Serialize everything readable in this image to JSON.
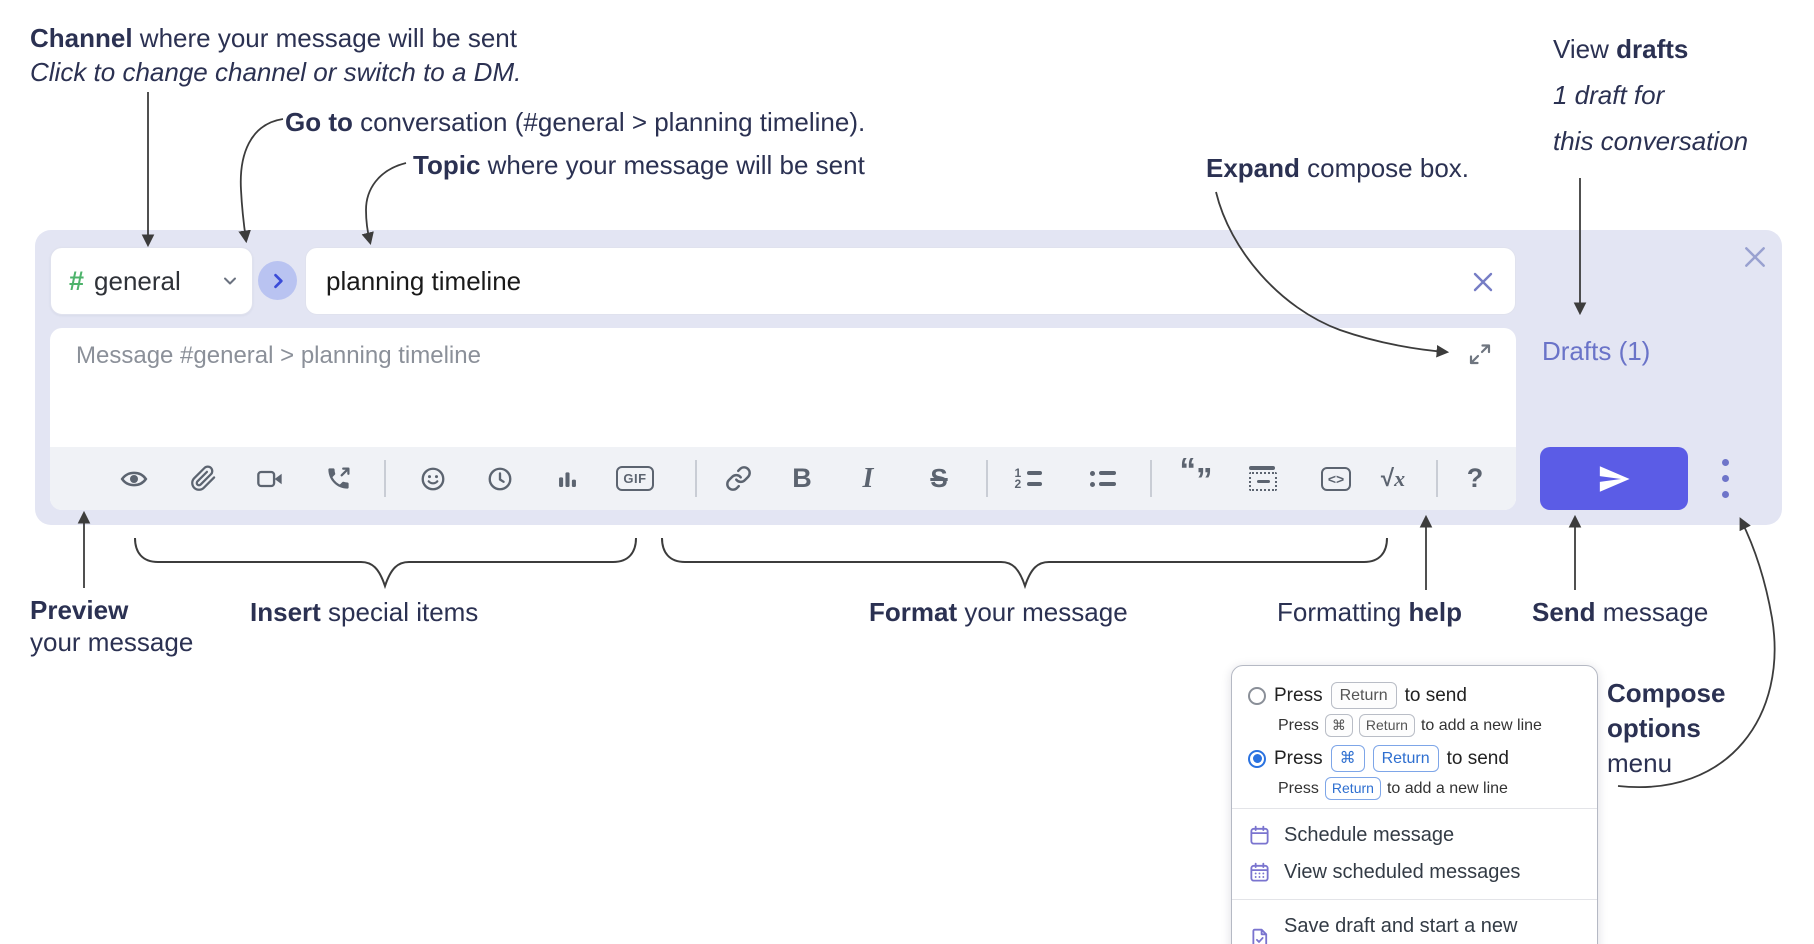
{
  "annotations": {
    "channel": {
      "bold": "Channel",
      "rest": " where your message will be sent",
      "sub": "Click to change channel or switch to a DM."
    },
    "goto": {
      "bold": "Go to",
      "rest": " conversation (#general > planning timeline)."
    },
    "topic": {
      "bold": "Topic",
      "rest": " where your message will be sent"
    },
    "expand": {
      "bold": "Expand",
      "rest": " compose box."
    },
    "view_drafts": {
      "lead": "View ",
      "bold": "drafts",
      "line2": "1 draft for",
      "line3": "this conversation"
    },
    "preview": {
      "bold": "Preview",
      "line2": "your message"
    },
    "insert": {
      "bold": "Insert",
      "rest": " special items"
    },
    "format": {
      "bold": "Format",
      "rest": " your message"
    },
    "formatting_help": {
      "lead": "Formatting ",
      "bold": "help"
    },
    "send": {
      "bold": "Send",
      "rest": " message"
    },
    "compose_options": {
      "bold1": "Compose",
      "bold2": "options",
      "rest": "menu"
    }
  },
  "compose": {
    "channel": {
      "hash": "#",
      "name": "general"
    },
    "topic_value": "planning timeline",
    "message_placeholder": "Message #general > planning timeline",
    "drafts_label": "Drafts (1)",
    "toolbar": {
      "bold": "B",
      "italic": "I",
      "strike": "S",
      "gif": "GIF",
      "code": "<>",
      "math_root": "√",
      "math_x": "x",
      "help": "?",
      "quote_open": "“",
      "quote_close": "”"
    }
  },
  "popup": {
    "options": [
      {
        "prefix": "Press",
        "key1": "Return",
        "suffix": "to send",
        "sub_prefix": "Press",
        "sub_key1": "⌘",
        "sub_key2": "Return",
        "sub_suffix": "to add a new line"
      },
      {
        "prefix": "Press",
        "key1": "⌘",
        "key2": "Return",
        "suffix": "to send",
        "sub_prefix": "Press",
        "sub_key1": "Return",
        "sub_suffix": "to add a new line"
      }
    ],
    "items": [
      {
        "label": "Schedule message"
      },
      {
        "label": "View scheduled messages"
      },
      {
        "label": "Save draft and start a new message"
      }
    ]
  },
  "icons": {
    "eye-icon": "preview eye outline with pupil",
    "paperclip-icon": "attachment clip",
    "video-camera-icon": "start video call",
    "phone-call-icon": "start voice call with outgoing arrow",
    "emoji-icon": "smiley face",
    "clock-icon": "add global time",
    "poll-chart-icon": "bar-chart poll",
    "gif-icon": "GIF in rounded box",
    "link-icon": "chain link",
    "numbered-list-icon": "1-2 ordered list",
    "bulleted-list-icon": "dot bulleted list",
    "quote-icon": "double quotation marks",
    "spoiler-icon": "dotted spoiler block",
    "code-icon": "<> in rounded box",
    "math-icon": "square root of x",
    "help-icon": "question mark",
    "expand-icon": "diagonal expand arrows",
    "clear-icon": "x clear topic",
    "close-icon": "x close compose",
    "chevron-down-icon": "channel picker caret",
    "go-to-arrow-icon": "right chevron in circle",
    "send-plane-icon": "paper plane",
    "kebab-menu-icon": "vertical three dots",
    "calendar-icon": "calendar outline",
    "calendar-scheduled-icon": "calendar with dots",
    "save-draft-icon": "document with check"
  },
  "colors": {
    "compose_bg": "#e3e5f3",
    "send_button": "#5b5ce6",
    "drafts_link": "#6a73c8",
    "hash_green": "#4db36b",
    "goto_circle": "#b9c3f1",
    "goto_chevron": "#3a4bd8",
    "toolbar_icon": "#5c6470",
    "annotation_text": "#2b3152",
    "radio_selected": "#2a72e0",
    "menu_icon_purple": "#7a74cf",
    "key_blue": "#2e6fd0"
  }
}
